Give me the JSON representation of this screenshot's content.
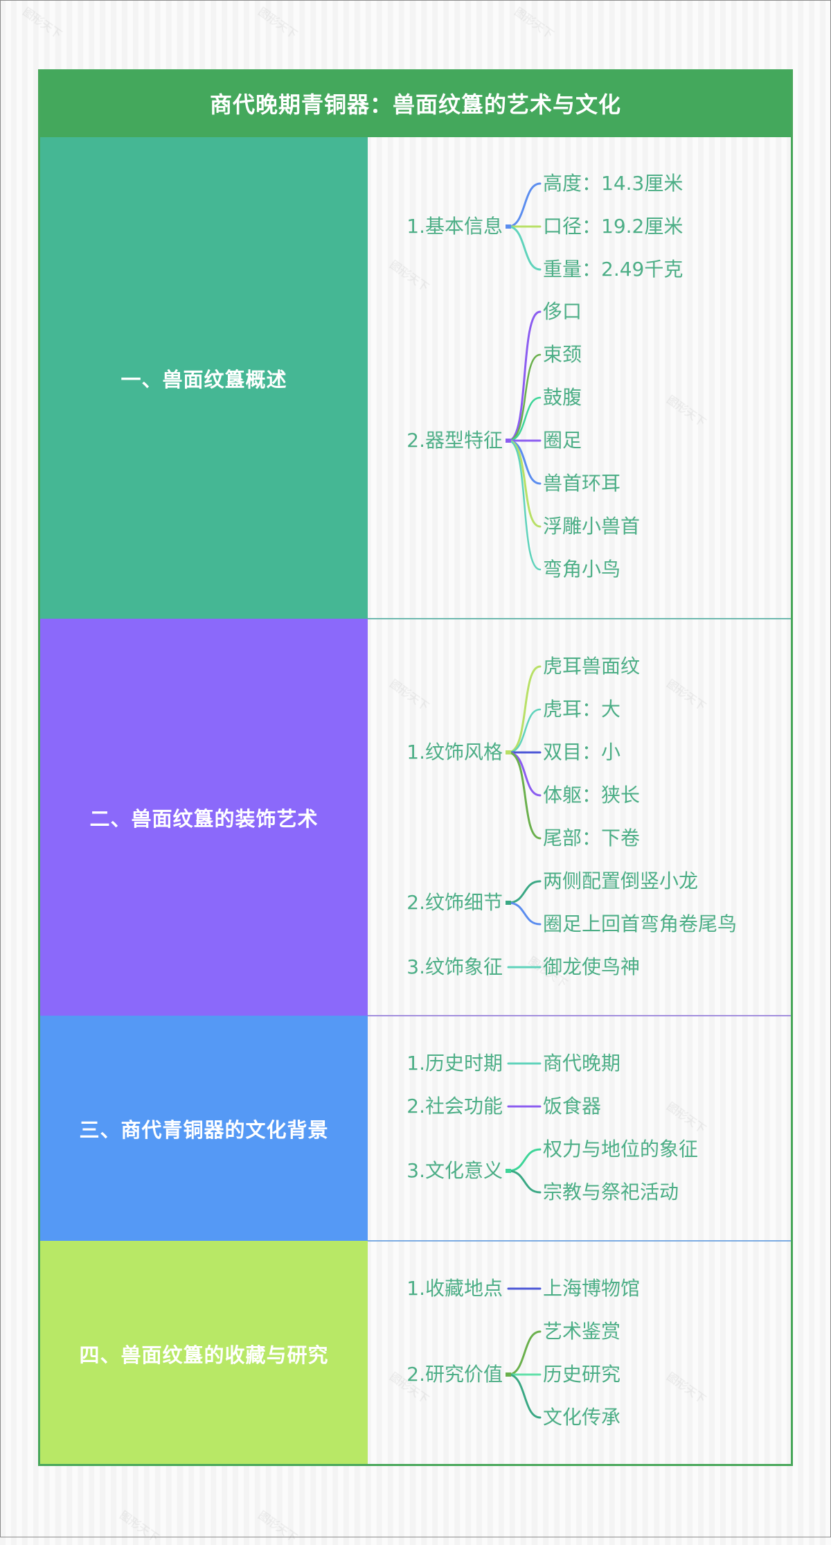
{
  "title": "商代晚期青铜器：兽面纹簋的艺术与文化",
  "colors": {
    "header_bg": "#44a85c",
    "node_text": "#4cae86",
    "section_1": "#45b794",
    "section_2": "#8b69fa",
    "section_3": "#5599f5",
    "section_4": "#b8e866"
  },
  "sections": [
    {
      "label": "一、兽面纹簋概述",
      "groups": [
        {
          "label": "1.基本信息",
          "children": [
            "高度：14.3厘米",
            "口径：19.2厘米",
            "重量：2.49千克"
          ]
        },
        {
          "label": "2.器型特征",
          "children": [
            "侈口",
            "束颈",
            "鼓腹",
            "圈足",
            "兽首环耳",
            "浮雕小兽首",
            "弯角小鸟"
          ]
        }
      ]
    },
    {
      "label": "二、兽面纹簋的装饰艺术",
      "groups": [
        {
          "label": "1.纹饰风格",
          "children": [
            "虎耳兽面纹",
            "虎耳：大",
            "双目：小",
            "体躯：狭长",
            "尾部：下卷"
          ]
        },
        {
          "label": "2.纹饰细节",
          "children": [
            "两侧配置倒竖小龙",
            "圈足上回首弯角卷尾鸟"
          ]
        },
        {
          "label": "3.纹饰象征",
          "children": [
            "御龙使鸟神"
          ]
        }
      ]
    },
    {
      "label": "三、商代青铜器的文化背景",
      "groups": [
        {
          "label": "1.历史时期",
          "children": [
            "商代晚期"
          ]
        },
        {
          "label": "2.社会功能",
          "children": [
            "饭食器"
          ]
        },
        {
          "label": "3.文化意义",
          "children": [
            "权力与地位的象征",
            "宗教与祭祀活动"
          ]
        }
      ]
    },
    {
      "label": "四、兽面纹簋的收藏与研究",
      "groups": [
        {
          "label": "1.收藏地点",
          "children": [
            "上海博物馆"
          ]
        },
        {
          "label": "2.研究价值",
          "children": [
            "艺术鉴赏",
            "历史研究",
            "文化传承"
          ]
        }
      ]
    }
  ],
  "watermark": "图形天下"
}
